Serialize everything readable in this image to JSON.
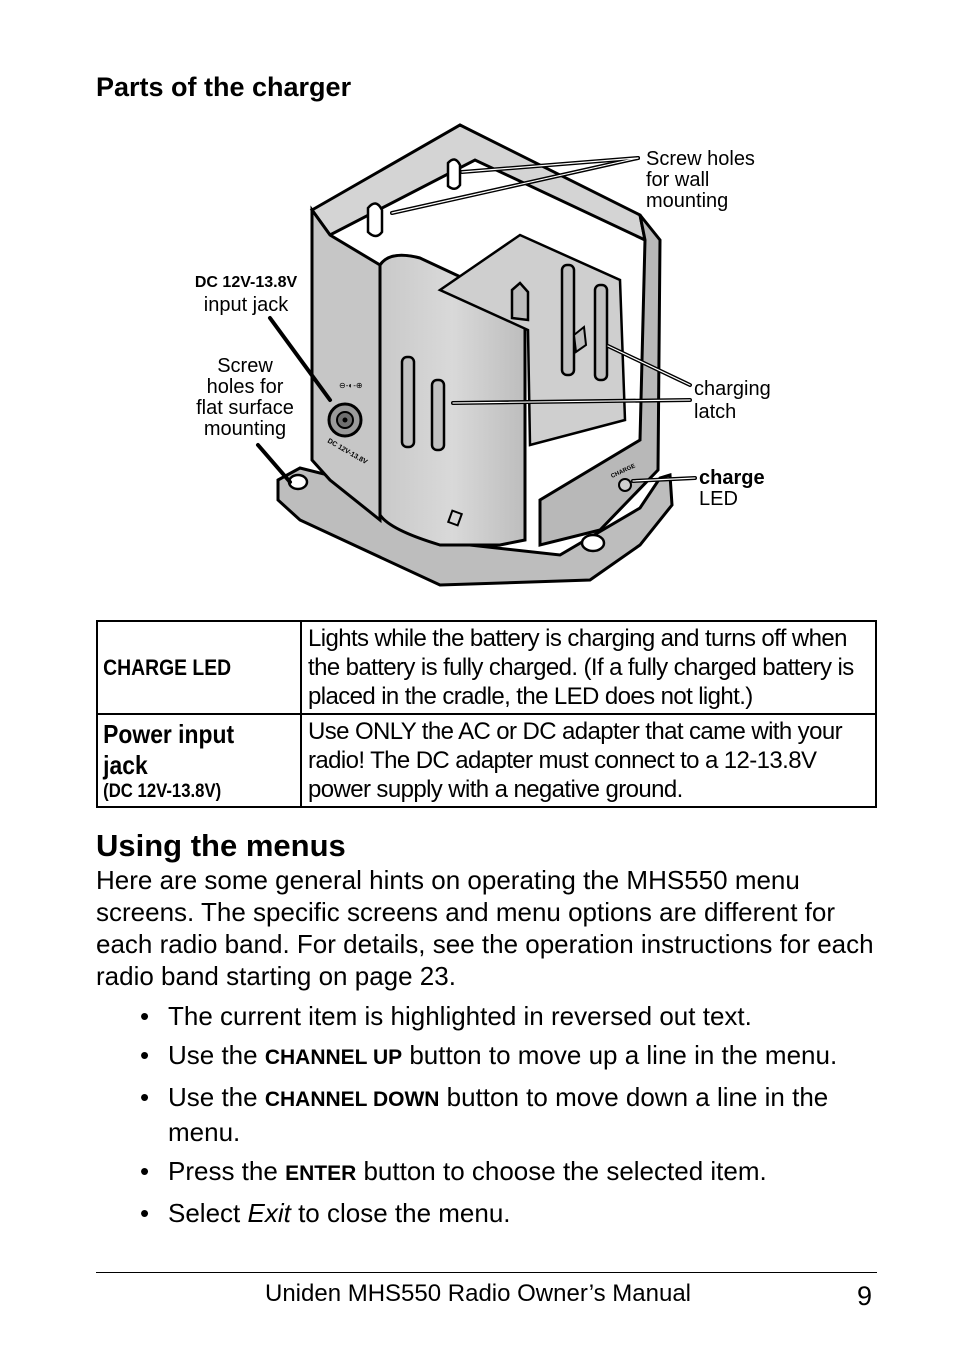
{
  "section": {
    "title": "Parts of the charger"
  },
  "diagram": {
    "callouts": {
      "screw_wall": [
        "Screw holes",
        "for wall",
        "mounting"
      ],
      "dc_jack_line1": "DC 12V-13.8V",
      "dc_jack_line2": "input jack",
      "screw_flat": [
        "Screw",
        "holes for",
        "flat surface",
        "mounting"
      ],
      "latch": [
        "charging",
        "latch"
      ],
      "led_line1": "charge",
      "led_line2": "LED"
    },
    "device_marks": {
      "jack_label": "DC 12V-13.8V",
      "led_label": "CHARGE"
    }
  },
  "table": {
    "rows": [
      {
        "key": "CHARGE LED",
        "key_sub": "",
        "value": "Lights while the battery is charging and turns off when the battery is fully charged. (If a fully charged battery is placed in the cradle, the LED does not light.)"
      },
      {
        "key": "Power input jack",
        "key_sub": "(DC 12V-13.8V)",
        "value": "Use ONLY the AC or DC adapter that came with your radio! The DC adapter must connect to a 12-13.8V power supply with a negative ground."
      }
    ]
  },
  "menus": {
    "heading": "Using the menus",
    "intro": "Here are some general hints on operating the MHS550 menu screens. The specific screens and menu options are different  for each radio band. For details, see the operation instructions for each radio band starting on page 23.",
    "bullets": [
      {
        "pre": "The current item is highlighted in reversed out text.",
        "key": "",
        "post": ""
      },
      {
        "pre": "Use the ",
        "key": "CHANNEL UP",
        "post": " button to move up a line in the menu."
      },
      {
        "pre": "Use the ",
        "key": "CHANNEL DOWN",
        "post": " button to move down a line in the menu."
      },
      {
        "pre": "Press the ",
        "key": "ENTER",
        "post": " button to choose the selected item."
      }
    ],
    "last_bullet": {
      "pre": "Select ",
      "em": "Exit",
      "post": " to close the menu."
    },
    "bullet_glyph": "•"
  },
  "footer": {
    "text": "Uniden MHS550 Radio Owner’s Manual",
    "page": "9"
  }
}
